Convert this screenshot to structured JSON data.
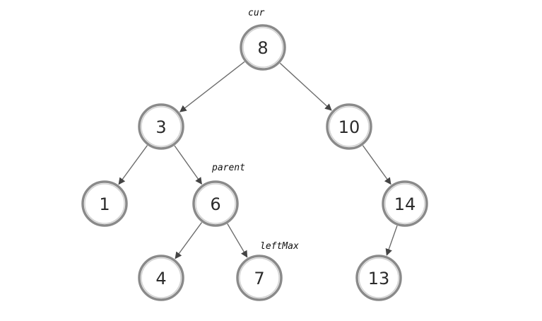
{
  "diagram": {
    "nodes": [
      {
        "id": "n8",
        "label": "8"
      },
      {
        "id": "n3",
        "label": "3"
      },
      {
        "id": "n10",
        "label": "10"
      },
      {
        "id": "n1",
        "label": "1"
      },
      {
        "id": "n6",
        "label": "6"
      },
      {
        "id": "n14",
        "label": "14"
      },
      {
        "id": "n4",
        "label": "4"
      },
      {
        "id": "n7",
        "label": "7"
      },
      {
        "id": "n13",
        "label": "13"
      }
    ],
    "edges": [
      {
        "from": "n8",
        "to": "n3"
      },
      {
        "from": "n8",
        "to": "n10"
      },
      {
        "from": "n3",
        "to": "n1"
      },
      {
        "from": "n3",
        "to": "n6"
      },
      {
        "from": "n10",
        "to": "n14"
      },
      {
        "from": "n6",
        "to": "n4"
      },
      {
        "from": "n6",
        "to": "n7"
      },
      {
        "from": "n14",
        "to": "n13"
      }
    ],
    "annotations": [
      {
        "id": "cur",
        "text": "cur"
      },
      {
        "id": "parent",
        "text": "parent"
      },
      {
        "id": "leftMax",
        "text": "leftMax"
      }
    ]
  }
}
